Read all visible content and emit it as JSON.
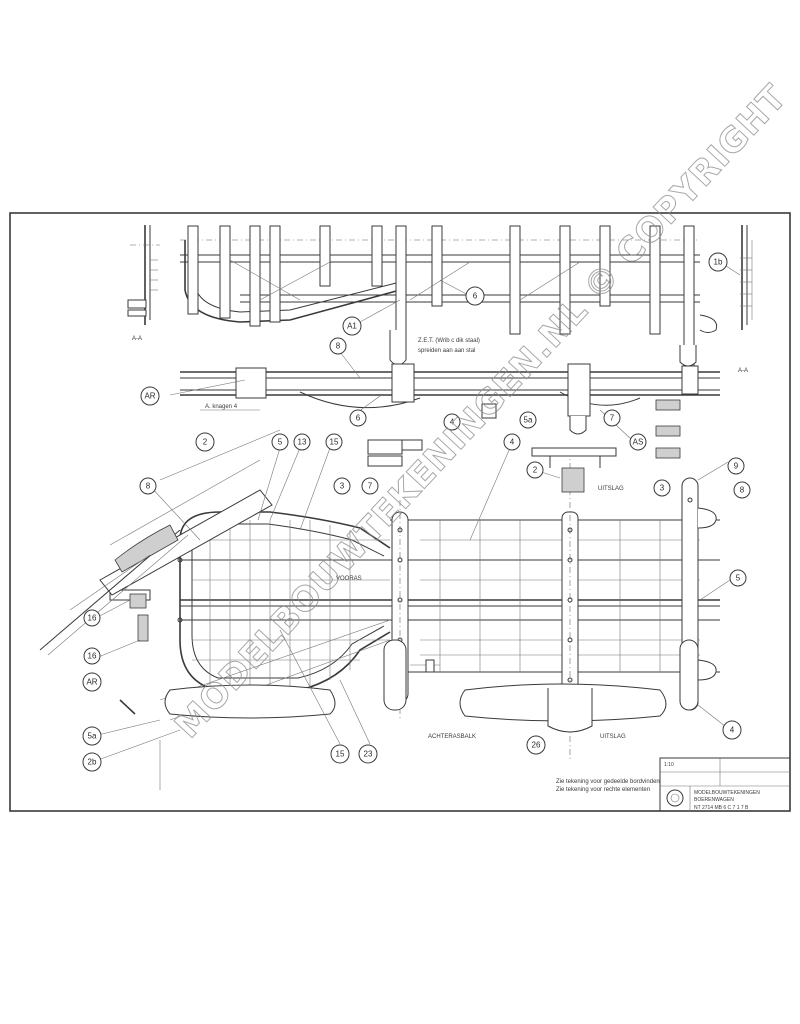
{
  "drawing": {
    "watermark": "MODELBOUWTEKENINGEN.NL © COPYRIGHT",
    "section_labels": {
      "left": "A-A",
      "right": "A-A"
    },
    "bubbles": [
      "1b",
      "6",
      "AR",
      "A1",
      "8",
      "6",
      "5a",
      "4",
      "2",
      "7",
      "AS",
      "5",
      "13",
      "15",
      "4",
      "8",
      "3",
      "7",
      "2",
      "3",
      "9",
      "8",
      "5",
      "AR",
      "5a",
      "2b",
      "15",
      "23",
      "4",
      "16",
      "16",
      "26"
    ],
    "notes": {
      "n1": "Z.E.T. (Wrib c dik staal)",
      "n2": "spreiden aan aan stal",
      "n3": "UITSLAG",
      "n4": "UITSLAG",
      "n5": "ACHTERASBALK",
      "n6": "VOORAS",
      "n7": "A. knagen 4",
      "n8": "Zie tekening voor gedeelde bordvinden",
      "n9": "Zie tekening voor rechte elementen"
    },
    "title_block": {
      "line1": "MODELBOUWTEKENINGEN",
      "line2": "BOERENWAGEN",
      "scale": "1:10",
      "number": "NT 2714 MB 6 C 7 1 7 B"
    }
  }
}
